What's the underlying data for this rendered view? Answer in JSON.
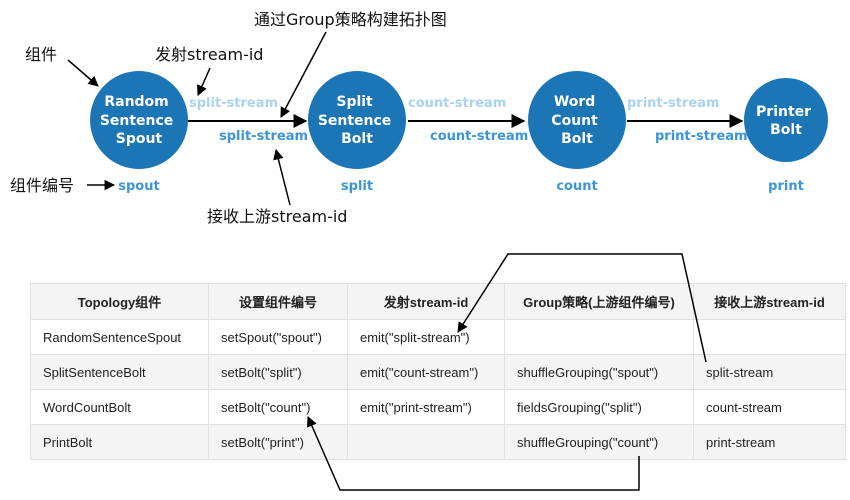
{
  "nodes": {
    "spout": {
      "lines": [
        "Random",
        "Sentence",
        "Spout"
      ],
      "id": "spout"
    },
    "split": {
      "lines": [
        "Split",
        "Sentence",
        "Bolt"
      ],
      "id": "split"
    },
    "count": {
      "lines": [
        "Word",
        "Count",
        "Bolt"
      ],
      "id": "count"
    },
    "print": {
      "lines": [
        "Printer",
        "Bolt"
      ],
      "id": "print"
    }
  },
  "edges": [
    {
      "emit": "split-stream",
      "receive": "split-stream"
    },
    {
      "emit": "count-stream",
      "receive": "count-stream"
    },
    {
      "emit": "print-stream",
      "receive": "print-stream"
    }
  ],
  "annotations": {
    "component": "组件",
    "emit_stream_id": "发射stream-id",
    "group_strategy": "通过Group策略构建拓扑图",
    "component_id": "组件编号",
    "receive_stream_id": "接收上游stream-id"
  },
  "colors": {
    "node": "#1f77b4",
    "stream_light": "#a9d3f2",
    "stream_dark": "#3d95d9"
  },
  "table": {
    "headers": [
      "Topology组件",
      "设置组件编号",
      "发射stream-id",
      "Group策略(上游组件编号)",
      "接收上游stream-id"
    ],
    "rows": [
      [
        "RandomSentenceSpout",
        "setSpout(\"spout\")",
        "emit(\"split-stream\")",
        "",
        ""
      ],
      [
        "SplitSentenceBolt",
        "setBolt(\"split\")",
        "emit(\"count-stream\")",
        "shuffleGrouping(\"spout\")",
        "split-stream"
      ],
      [
        "WordCountBolt",
        "setBolt(\"count\")",
        "emit(\"print-stream\")",
        "fieldsGrouping(\"split\")",
        "count-stream"
      ],
      [
        "PrintBolt",
        "setBolt(\"print\")",
        "",
        "shuffleGrouping(\"count\")",
        "print-stream"
      ]
    ]
  }
}
